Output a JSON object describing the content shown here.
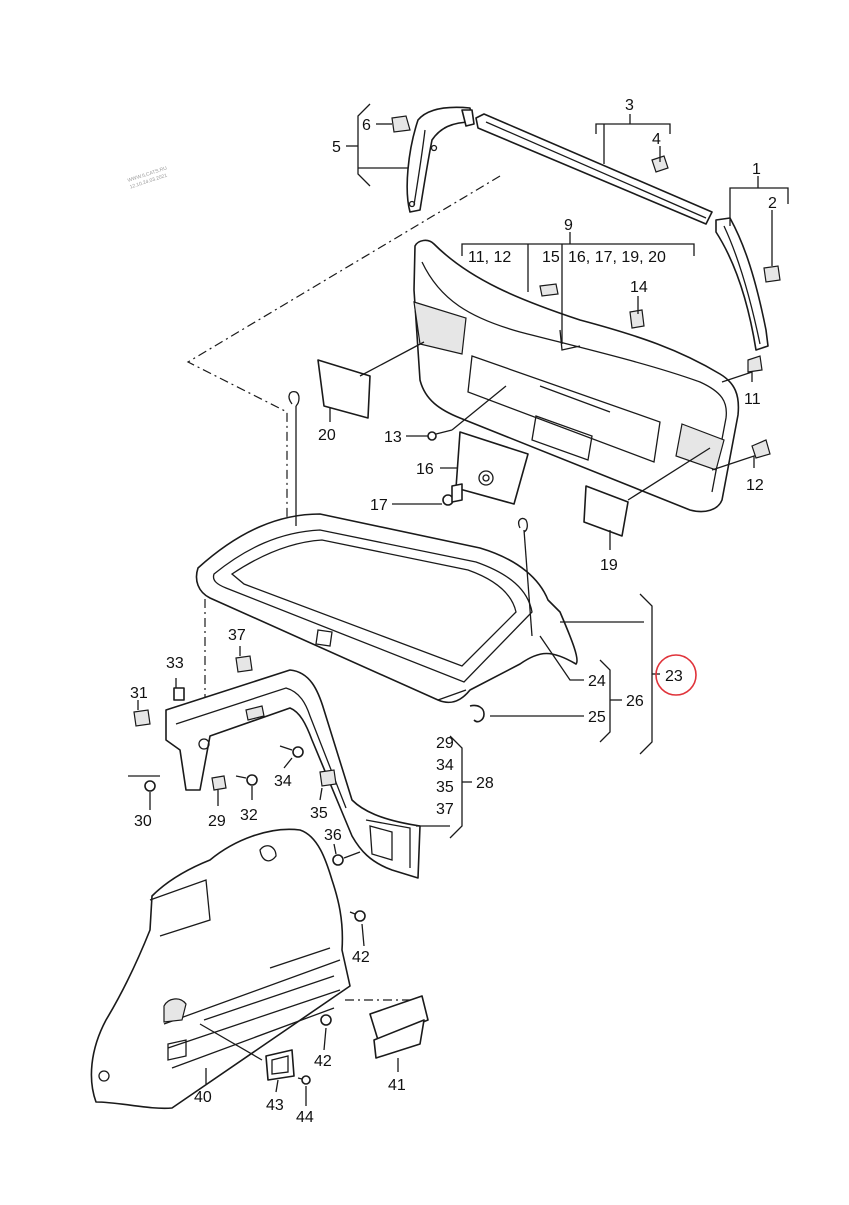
{
  "watermark": [
    "WWW.ILCATS.RU",
    "12.10.24.03.2021"
  ],
  "highlight_color": "#e0333a",
  "labels": [
    {
      "id": "1",
      "text": "1"
    },
    {
      "id": "2",
      "text": "2"
    },
    {
      "id": "3",
      "text": "3"
    },
    {
      "id": "4",
      "text": "4"
    },
    {
      "id": "5",
      "text": "5"
    },
    {
      "id": "6",
      "text": "6"
    },
    {
      "id": "9",
      "text": "9"
    },
    {
      "id": "9-sub-a",
      "text": "11, 12"
    },
    {
      "id": "9-sub-b",
      "text": "15"
    },
    {
      "id": "9-sub-c",
      "text": "16, 17, 19, 20"
    },
    {
      "id": "14",
      "text": "14"
    },
    {
      "id": "11",
      "text": "11"
    },
    {
      "id": "12",
      "text": "12"
    },
    {
      "id": "13",
      "text": "13"
    },
    {
      "id": "16",
      "text": "16"
    },
    {
      "id": "17",
      "text": "17"
    },
    {
      "id": "19",
      "text": "19"
    },
    {
      "id": "20",
      "text": "20"
    },
    {
      "id": "23",
      "text": "23"
    },
    {
      "id": "24",
      "text": "24"
    },
    {
      "id": "25",
      "text": "25"
    },
    {
      "id": "26",
      "text": "26"
    },
    {
      "id": "28",
      "text": "28"
    },
    {
      "id": "28-sub-a",
      "text": "29"
    },
    {
      "id": "28-sub-b",
      "text": "34"
    },
    {
      "id": "28-sub-c",
      "text": "35"
    },
    {
      "id": "28-sub-d",
      "text": "37"
    },
    {
      "id": "29",
      "text": "29"
    },
    {
      "id": "30",
      "text": "30"
    },
    {
      "id": "31",
      "text": "31"
    },
    {
      "id": "32",
      "text": "32"
    },
    {
      "id": "33",
      "text": "33"
    },
    {
      "id": "34",
      "text": "34"
    },
    {
      "id": "35",
      "text": "35"
    },
    {
      "id": "36",
      "text": "36"
    },
    {
      "id": "37",
      "text": "37"
    },
    {
      "id": "40",
      "text": "40"
    },
    {
      "id": "41",
      "text": "41"
    },
    {
      "id": "42a",
      "text": "42"
    },
    {
      "id": "42b",
      "text": "42"
    },
    {
      "id": "43",
      "text": "43"
    },
    {
      "id": "44",
      "text": "44"
    }
  ]
}
